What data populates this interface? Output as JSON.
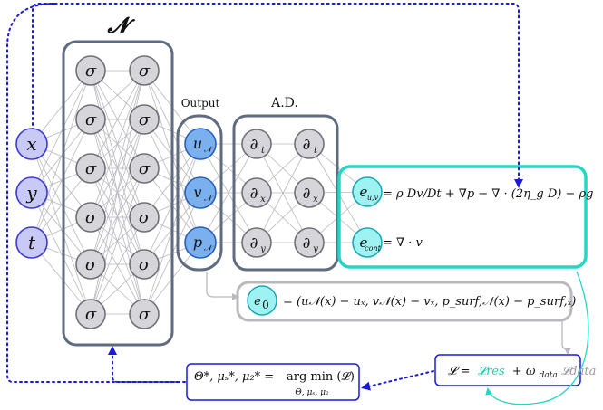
{
  "labels": {
    "network_symbol": "𝓝",
    "output_title": "Output",
    "ad_title": "A.D."
  },
  "inputs": [
    {
      "symbol": "x"
    },
    {
      "symbol": "y"
    },
    {
      "symbol": "t"
    }
  ],
  "hidden_neuron_symbol": "σ",
  "outputs": [
    {
      "base": "u",
      "sub": "𝒩"
    },
    {
      "base": "v",
      "sub": "𝒩"
    },
    {
      "base": "p",
      "sub": "𝒩"
    }
  ],
  "derivatives": [
    {
      "base": "∂",
      "sub": "t"
    },
    {
      "base": "∂",
      "sub": "x"
    },
    {
      "base": "∂",
      "sub": "y"
    }
  ],
  "residuals": [
    {
      "base": "e",
      "sub": "u,v",
      "equation": "= ρ Dv/Dt + ∇p − ∇ · (2η_g D) − ρg"
    },
    {
      "base": "e",
      "sub": "cont",
      "equation": "= ∇ · v"
    }
  ],
  "data_residual": {
    "base": "e",
    "sub": "0",
    "equation": "= (u𝒩(x) − uₓ, v𝒩(x) − vₓ, p_surf,𝒩(x) − p_surf,ₓ)"
  },
  "loss": {
    "lhs": "𝓛 =",
    "res_term": "𝓛res",
    "plus": "+ ω",
    "weight_sub": "data",
    "data_term": "𝓛data"
  },
  "optimization": {
    "lhs": "Θ*, μₛ*, μ₂* =",
    "operator": "arg min (𝓛)",
    "subscript": "Θ, μₛ, μ₂"
  },
  "colors": {
    "input_fill": "#c9c9f5",
    "input_stroke": "#3a3ad0",
    "hidden_fill": "#d6d6da",
    "hidden_stroke": "#707078",
    "output_fill": "#7ab0ee",
    "output_stroke": "#2a5fb8",
    "residual_fill": "#9ff2f2",
    "residual_stroke": "#1aa8b4",
    "group_stroke": "#5f6b7e",
    "teal": "#22d8c4",
    "edge": "#b9b9be",
    "dotted": "#1a1ad8",
    "res_text": "#20c8b4",
    "data_text": "#9a9aa4"
  }
}
